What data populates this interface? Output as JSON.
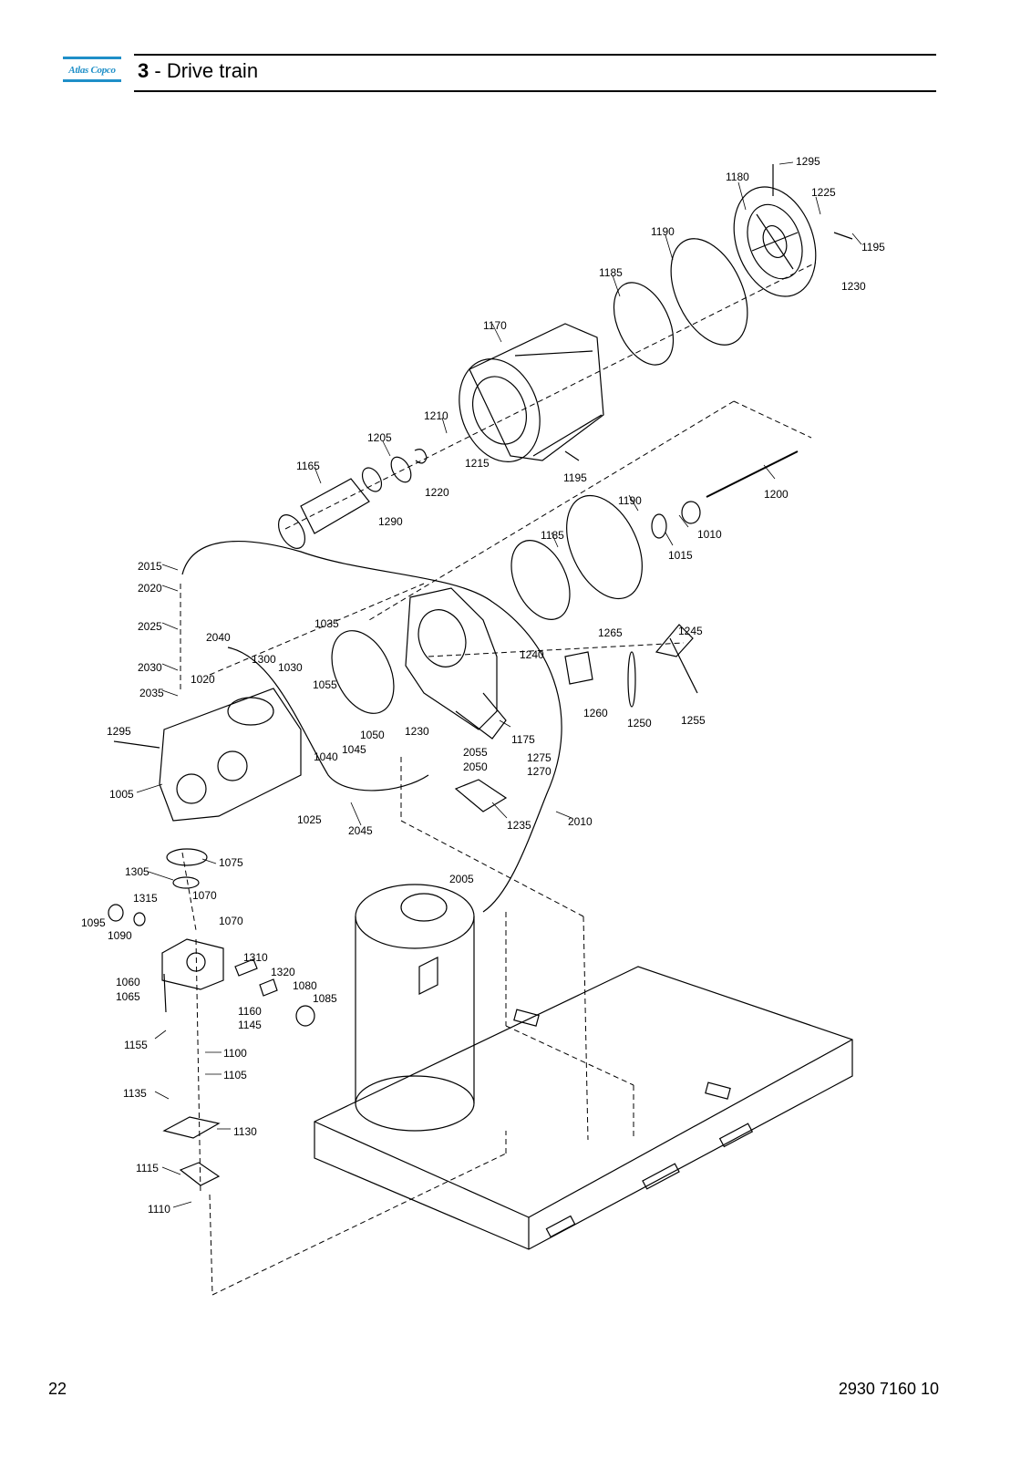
{
  "header": {
    "logo_text": "Atlas Copco",
    "section_number": "3",
    "section_separator": " - ",
    "section_title": "Drive train"
  },
  "footer": {
    "page_number": "22",
    "document_number": "2930 7160 10"
  },
  "diagram": {
    "part_numbers": [
      "1295",
      "1180",
      "1225",
      "1195",
      "1190",
      "1230",
      "1185",
      "1170",
      "1210",
      "1205",
      "1215",
      "1165",
      "1220",
      "1195",
      "1290",
      "1200",
      "1190",
      "1010",
      "1185",
      "1015",
      "2015",
      "2020",
      "1035",
      "1265",
      "1245",
      "2025",
      "2040",
      "1240",
      "1300",
      "1030",
      "2030",
      "1020",
      "1055",
      "2035",
      "1260",
      "1250",
      "1255",
      "1295",
      "1230",
      "1175",
      "1050",
      "1045",
      "2055",
      "1040",
      "1275",
      "2050",
      "1270",
      "1005",
      "1025",
      "2045",
      "2010",
      "1235",
      "1075",
      "1305",
      "2005",
      "1315",
      "1070",
      "1095",
      "1070",
      "1090",
      "1310",
      "1060",
      "1320",
      "1080",
      "1065",
      "1085",
      "1160",
      "1145",
      "1155",
      "1100",
      "1105",
      "1135",
      "1130",
      "1115",
      "1110"
    ]
  }
}
